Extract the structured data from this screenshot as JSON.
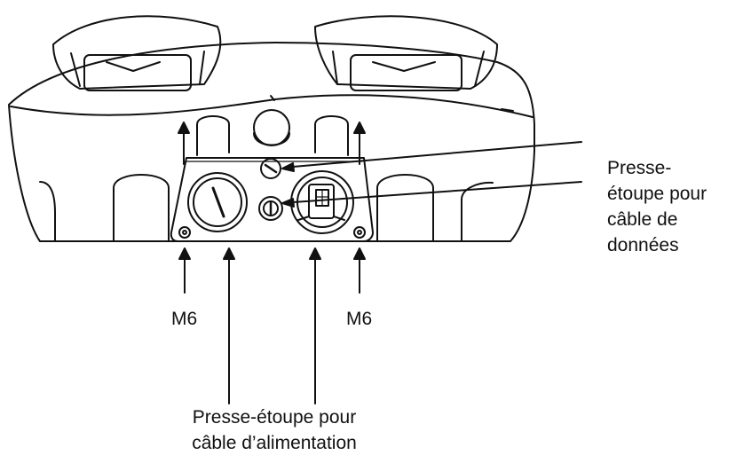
{
  "labels": {
    "m6_left": "M6",
    "m6_right": "M6",
    "data_cable_gland": "Presse-étoupe pour câble de données",
    "data_cable_gland_lines": [
      "Presse-",
      "étoupe pour",
      "câble de",
      "données"
    ],
    "power_cable_gland_lines": [
      "Presse-étoupe pour",
      "câble d’alimentation"
    ]
  },
  "colors": {
    "line": "#111111",
    "fill": "#ffffff",
    "background": "#ffffff"
  }
}
